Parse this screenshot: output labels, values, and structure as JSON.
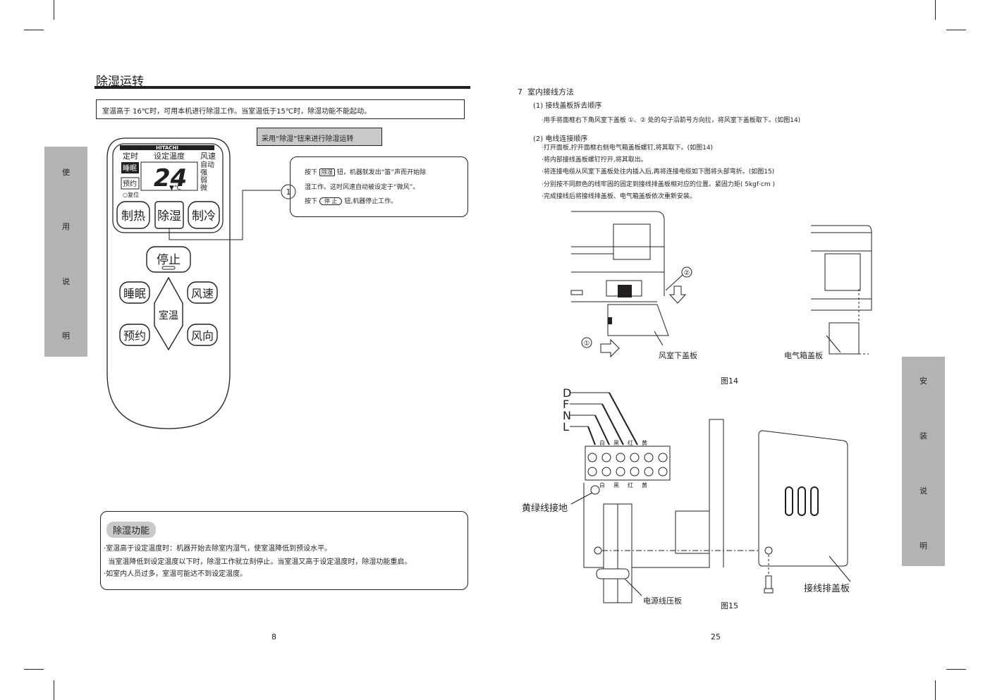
{
  "left_page": {
    "section_title": "除湿运转",
    "note": "室温高于 16℃时，可用本机进行除湿工作。当室温低于15℃时，除湿功能不能起动。",
    "banner": "采用“除湿”钮来进行除湿运转",
    "callout": {
      "marker": "1",
      "line1_a": "按下",
      "line1_key": "除湿",
      "line1_b": "钮，机器就发出“笛”声而开始除",
      "line2": "湿工作。这时风速自动被设定于“微风”。",
      "line3_a": "按下",
      "line3_key": "停 止",
      "line3_b": "钮,机器停止工作。"
    },
    "remote": {
      "brand": "HITACHI",
      "lbl_timer": "定时",
      "lbl_settemp": "设定温度",
      "lbl_fanspeed": "风速",
      "ind_sleep": "睡眠",
      "ind_reserve": "预约",
      "temp": "24",
      "unit": "▼℃",
      "speeds": [
        "自动",
        "强",
        "弱",
        "微"
      ],
      "reset": "○复位",
      "btn_heat": "制热",
      "btn_dry": "除湿",
      "btn_cool": "制冷",
      "btn_stop": "停止",
      "btn_sleep": "睡眠",
      "btn_fan": "风速",
      "btn_room": "室温",
      "btn_reserve": "预约",
      "btn_dir": "风向"
    },
    "side_tab": [
      "使",
      "用",
      "说",
      "明"
    ],
    "func_box": {
      "title": "除湿功能",
      "lines": [
        "·室温高于设定温度时：机器开始去除室内湿气，使室温降低到预设水平。",
        "  当室温降低到设定温度以下时，除湿工作就立刻停止。当室温又高于设定温度时，除湿功能重启。",
        "·如室内人员过多，室温可能达不到设定温度。"
      ]
    },
    "page_number": "8"
  },
  "right_page": {
    "heading": "7  室内接线方法",
    "sub1": "(1) 接线盖板拆去顺序",
    "sub1_line": "·用手将面框右下角风室下盖板 ①、② 处的勾子沿箭号方向拉，将风室下盖板取下。(如图14)",
    "sub2": "(2) 电线连接顺序",
    "sub2_lines": [
      "·打开面板,拧开面框右侧电气箱盖板螺钉,将其取下。(如图14)",
      "·将内部接线盖板螺钉拧开,将其取出。",
      "·将连接电缆从风室下盖板处往内插入后,再将连接电缆如下图将头部弯折。(如图15)",
      "·分别按不同颜色的线牢固的固定到接线排盖板相对应的位置。紧固力矩( 5kgf·cm )",
      "·完成接线后将接线排盖板、电气箱盖板依次重新安装。"
    ],
    "fig14": {
      "marker1": "①",
      "marker2": "②",
      "label_lower": "风室下盖板",
      "label_elec": "电气箱盖板",
      "caption": "图14"
    },
    "fig15": {
      "letters": [
        "D",
        "F",
        "N",
        "L"
      ],
      "colors_top": [
        "白",
        "黑",
        "红",
        "黄"
      ],
      "colors_bottom": [
        "白",
        "黑",
        "红",
        "黄"
      ],
      "label_ground": "黄绿线接地",
      "label_clamp": "电源线压板",
      "label_cover": "接线排盖板",
      "caption": "图15"
    },
    "side_tab": [
      "安",
      "装",
      "说",
      "明"
    ],
    "page_number": "25"
  }
}
